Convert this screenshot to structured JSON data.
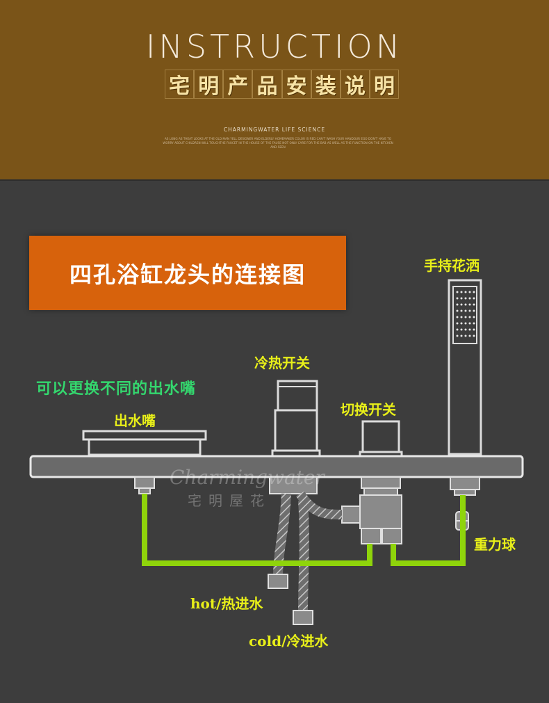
{
  "header": {
    "title": "INSTRUCTION",
    "title_cn_chars": [
      "宅",
      "明",
      "产",
      "品",
      "安",
      "装",
      "说",
      "明"
    ],
    "subtitle": "CHARMINGWATER LIFE SCIENCE",
    "fine_print": "AS LONG AS THEAT LOOKS AT THE OLD MAN YELL DESIGNER AND ELDERLY HOMEMAKER COLOR IS RED CAN'T WASH YOUR HANDOUR EGO DON'T HAVE TO WORRY ABOUT CHILDREN WILL TOUCHTHE FAUCET IN THE HOUSE OF THE FAUSE NOT ONLY CARE FOR THE BAB AS WELL AS THE FUNCTION ON THE KITCHEN AND SEEN"
  },
  "banner": {
    "title": "四孔浴缸龙头的连接图"
  },
  "labels": {
    "hand_shower": "手持花洒",
    "hot_cold_switch": "冷热开关",
    "replaceable_spout": "可以更换不同的出水嘴",
    "spout": "出水嘴",
    "diverter_switch": "切换开关",
    "weight_ball": "重力球",
    "hot_inlet": "hot/热进水",
    "cold_inlet": "cold/冷进水"
  },
  "watermark": {
    "en": "Charmingwater",
    "cn": "宅明屋花"
  },
  "colors": {
    "header_bg": "#7a5418",
    "body_bg": "#3d3d3d",
    "banner_bg": "#d7620c",
    "hose_green": "#8fd40b",
    "label_yellow": "#e8ef19",
    "label_green": "#34d76e"
  }
}
